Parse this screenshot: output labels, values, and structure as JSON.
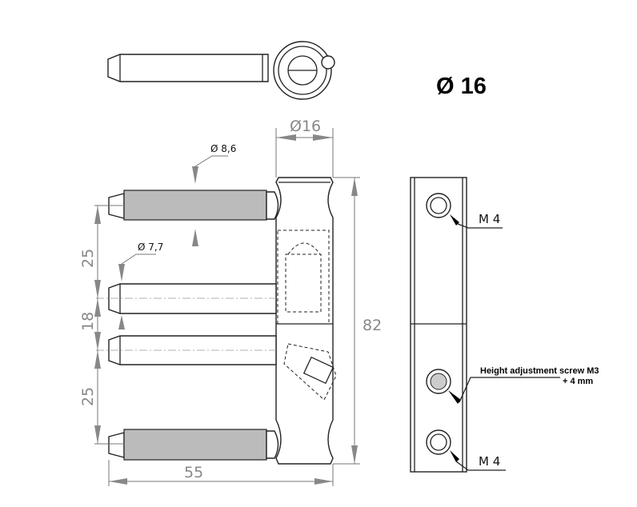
{
  "title": "Ø 16",
  "dimensions": {
    "barrel_diameter": "Ø16",
    "thread_diameter": "Ø 8,6",
    "pin_diameter": "Ø 7,7",
    "spacing_top": "25",
    "spacing_middle": "18",
    "spacing_bottom": "25",
    "height": "82",
    "length": "55"
  },
  "side_view": {
    "top_hole_label": "M 4",
    "bottom_hole_label": "M 4",
    "adjust_label_line1": "Height adjustment screw M3",
    "adjust_label_line2": "+ 4 mm"
  }
}
